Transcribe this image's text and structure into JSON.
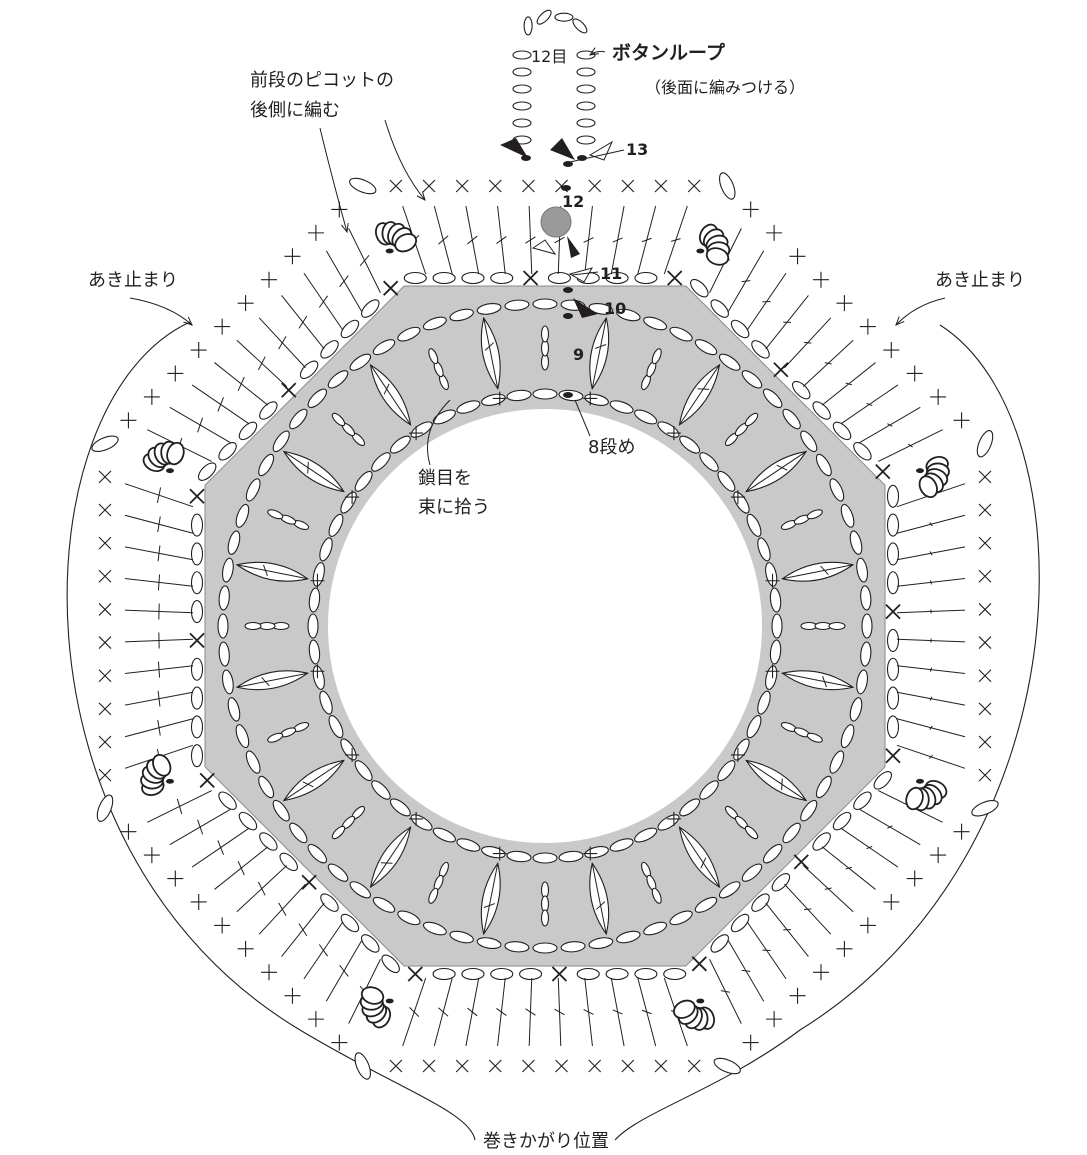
{
  "labels": {
    "button_loop": "ボタンループ",
    "attach_back": "（後面に編みつける）",
    "twelve_ch": "12目",
    "behind_picot_line1": "前段のピコットの",
    "behind_picot_line2": "後側に編む",
    "opening_end_left": "あき止まり",
    "opening_end_right": "あき止まり",
    "pick_chain_line1": "鎖目を",
    "pick_chain_line2": "束に拾う",
    "row8": "8段め",
    "whip_stitch": "巻きかがり位置"
  },
  "row_numbers": [
    "13",
    "12",
    "11",
    "10",
    "9"
  ],
  "colors": {
    "ink": "#231f20",
    "shade": "#c9c9c9",
    "shade_line": "#8a8a8a",
    "button_gray": "#9a9a9a",
    "paper": "#ffffff"
  }
}
